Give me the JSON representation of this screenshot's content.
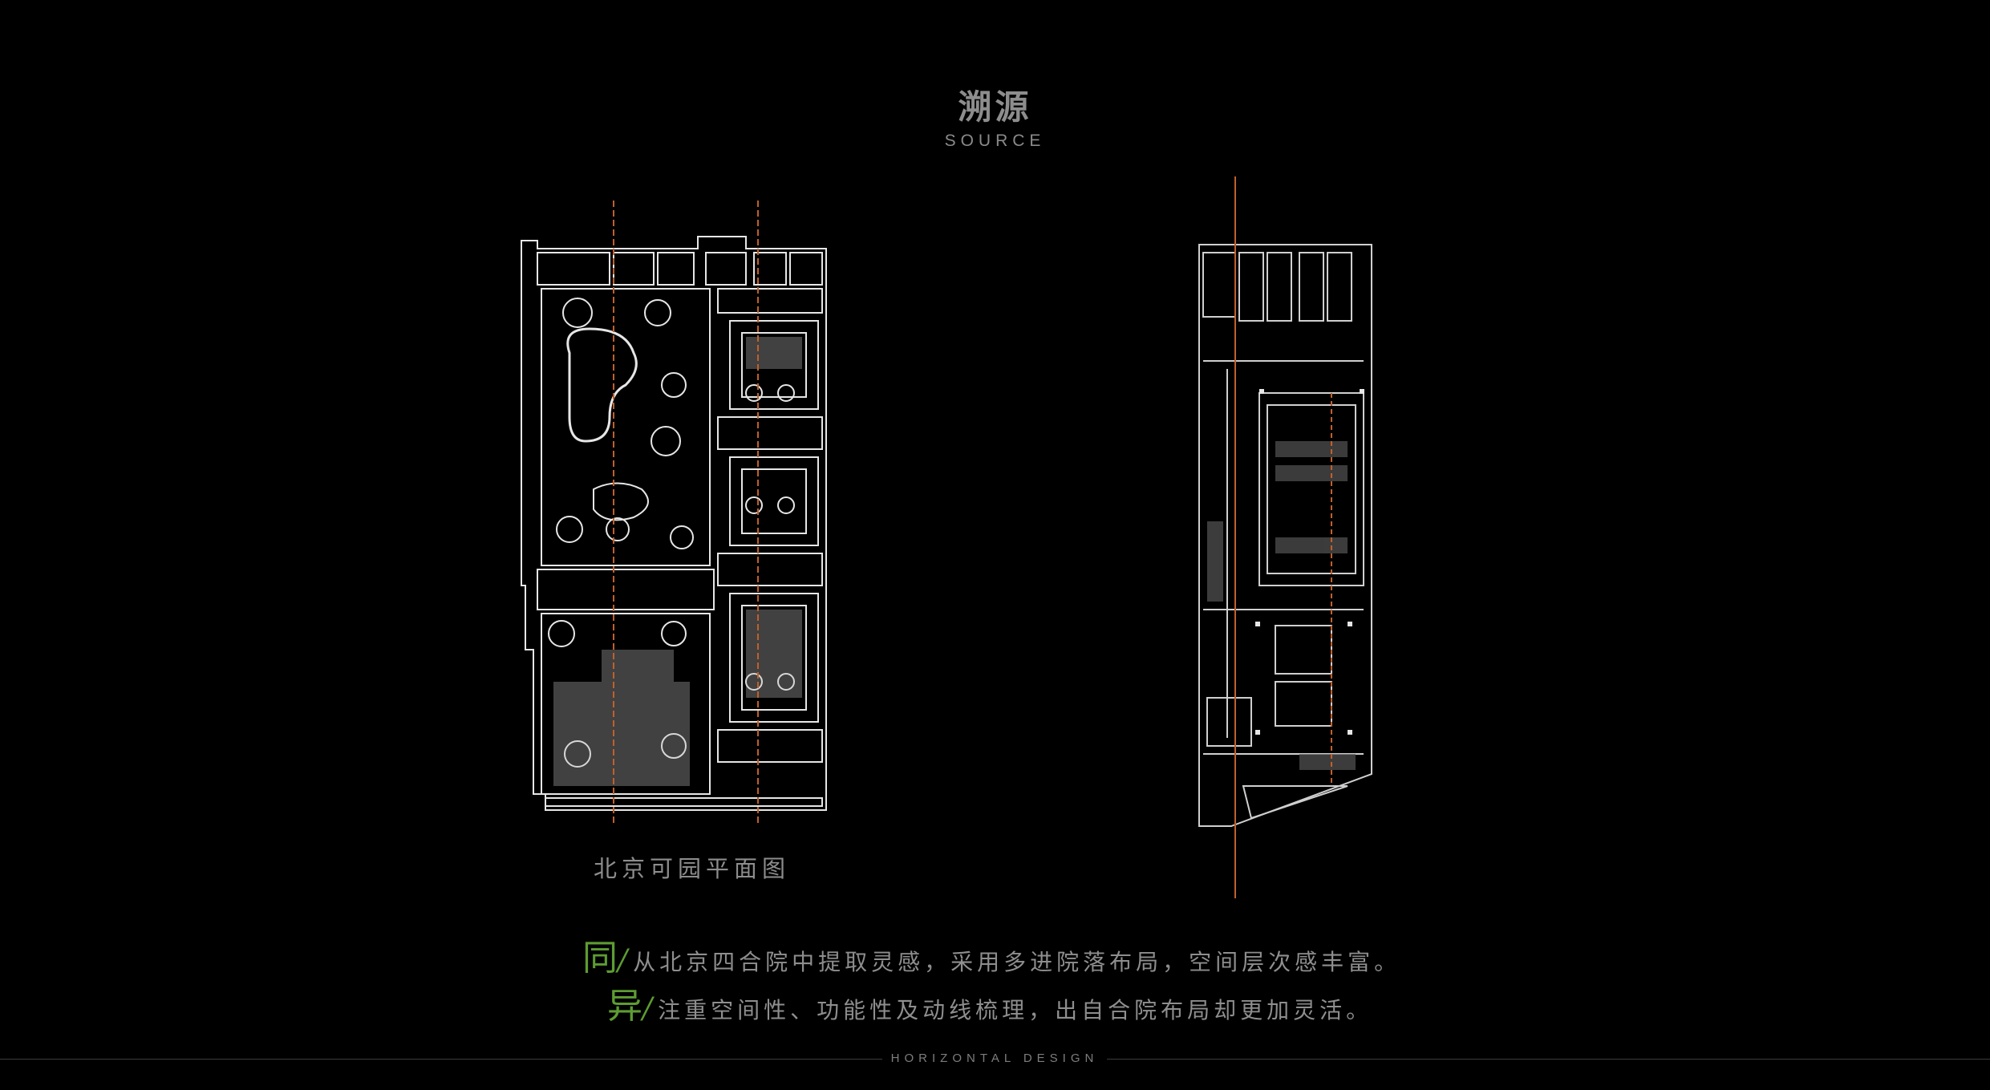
{
  "header": {
    "title": "溯源",
    "subtitle": "SOURCE"
  },
  "left_plan": {
    "caption": "北京可园平面图",
    "axis_color": "#c0602a"
  },
  "notes": [
    {
      "mark": "同",
      "text": "从北京四合院中提取灵感，采用多进院落布局，空间层次感丰富。"
    },
    {
      "mark": "异",
      "text": "注重空间性、功能性及动线梳理，出自合院布局却更加灵活。"
    }
  ],
  "footer": {
    "text": "HORIZONTAL DESIGN"
  },
  "colors": {
    "accent_green": "#5d9c32",
    "axis_orange": "#c0602a",
    "line_white": "#e6e6e6"
  }
}
